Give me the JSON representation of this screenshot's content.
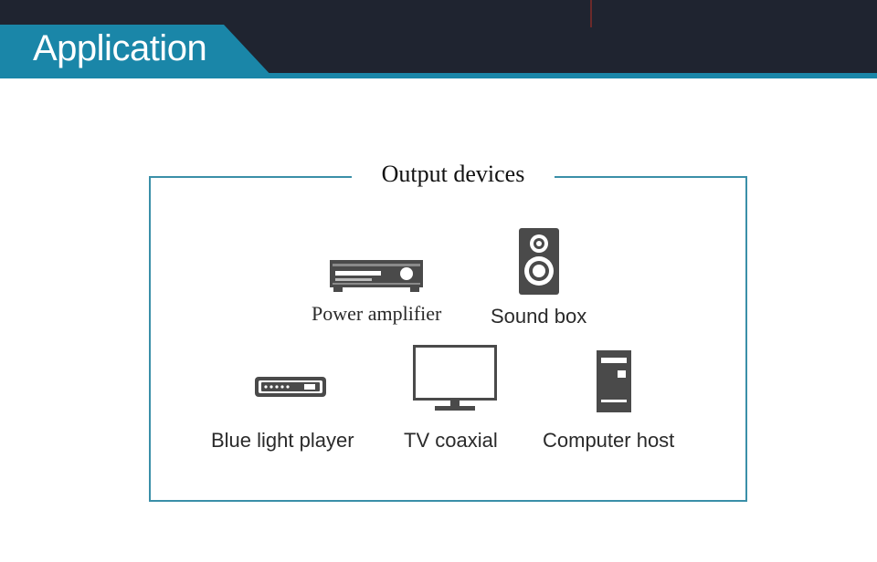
{
  "header": {
    "title": "Application"
  },
  "panel": {
    "title": "Output devices",
    "devices": [
      {
        "label": "Power amplifier",
        "icon": "amplifier-icon"
      },
      {
        "label": "Sound box",
        "icon": "speaker-icon"
      },
      {
        "label": "Blue light player",
        "icon": "bluray-player-icon"
      },
      {
        "label": "TV coaxial",
        "icon": "tv-monitor-icon"
      },
      {
        "label": "Computer host",
        "icon": "computer-tower-icon"
      }
    ]
  },
  "colors": {
    "accent": "#1a86a8",
    "header_bg": "#1f2430",
    "icon_gray": "#4a4a4a"
  }
}
